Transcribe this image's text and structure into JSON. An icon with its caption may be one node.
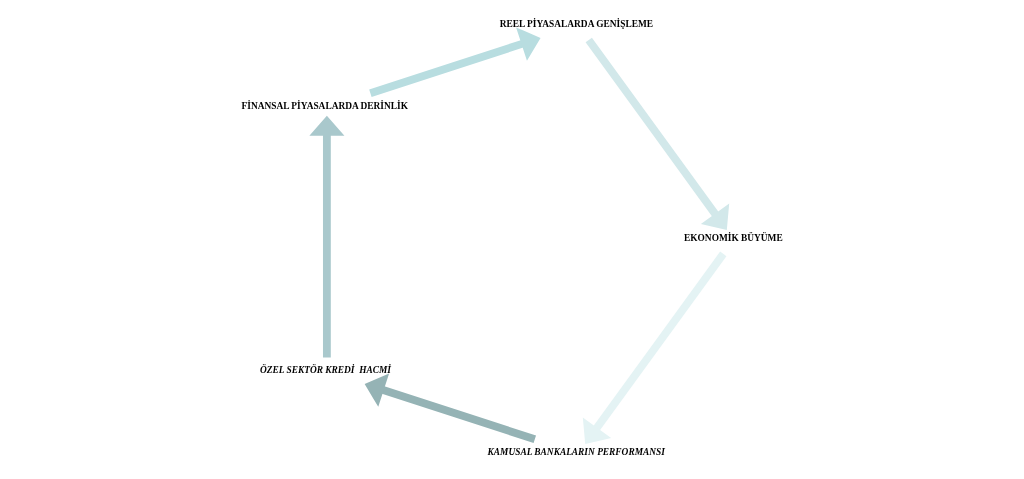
{
  "diagram": {
    "nodes": [
      {
        "text": [
          "KAMUSAL BANKALARIN PERFORMANSI"
        ]
      },
      {
        "text": [
          "ÖZEL SEKTÖR KREDİ  HACMİ"
        ]
      },
      {
        "text": [
          "FİNANSAL PİYASALARDA DERİNLİK"
        ]
      },
      {
        "text": [
          "REEL PİYASALARDA GENİŞLEME"
        ]
      },
      {
        "text": [
          "EKONOMİK BÜYÜME"
        ]
      }
    ],
    "edges": [
      {
        "from": 0,
        "to": 1,
        "arrow": "to",
        "color": "#95b3b5"
      },
      {
        "from": 1,
        "to": 2,
        "arrow": "to",
        "color": "#a9c8cc"
      },
      {
        "from": 2,
        "to": 3,
        "arrow": "to",
        "color": "#b8dde0"
      },
      {
        "from": 3,
        "to": 4,
        "arrow": "to",
        "color": "#d2e8ea"
      },
      {
        "from": 4,
        "to": 0,
        "arrow": "to",
        "color": "#e4f3f4"
      }
    ]
  }
}
